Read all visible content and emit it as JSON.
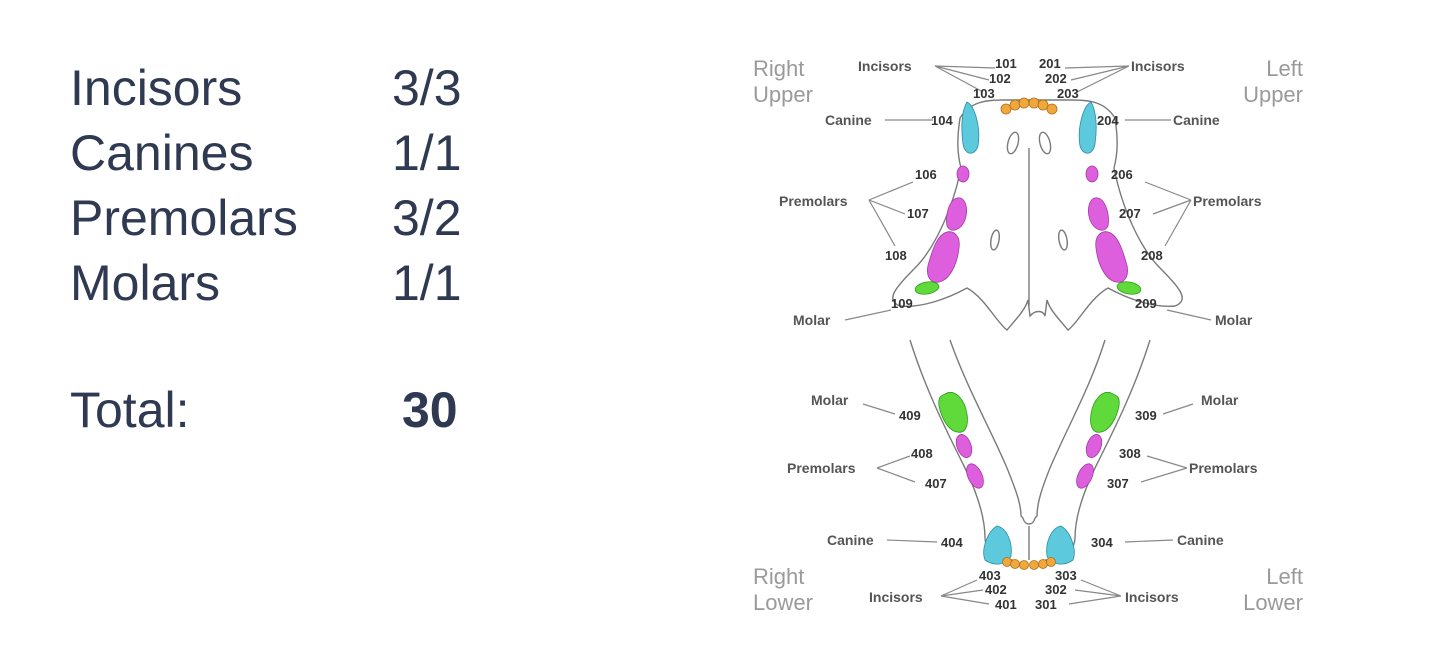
{
  "formula": {
    "rows": [
      {
        "name": "Incisors",
        "value": "3/3"
      },
      {
        "name": "Canines",
        "value": "1/1"
      },
      {
        "name": "Premolars",
        "value": "3/2"
      },
      {
        "name": "Molars",
        "value": "1/1"
      }
    ],
    "total_label": "Total:",
    "total_value": "30"
  },
  "diagram": {
    "quadrants": {
      "right_upper": [
        "Right",
        "Upper"
      ],
      "left_upper": [
        "Left",
        "Upper"
      ],
      "right_lower": [
        "Right",
        "Lower"
      ],
      "left_lower": [
        "Left",
        "Lower"
      ]
    },
    "labels": {
      "incisors": "Incisors",
      "canine": "Canine",
      "premolars": "Premolars",
      "molar": "Molar"
    },
    "tooth_numbers": {
      "t101": "101",
      "t102": "102",
      "t103": "103",
      "t104": "104",
      "t106": "106",
      "t107": "107",
      "t108": "108",
      "t109": "109",
      "t201": "201",
      "t202": "202",
      "t203": "203",
      "t204": "204",
      "t206": "206",
      "t207": "207",
      "t208": "208",
      "t209": "209",
      "t301": "301",
      "t302": "302",
      "t303": "303",
      "t304": "304",
      "t307": "307",
      "t308": "308",
      "t309": "309",
      "t401": "401",
      "t402": "402",
      "t403": "403",
      "t404": "404",
      "t407": "407",
      "t408": "408",
      "t409": "409"
    },
    "colors": {
      "incisor": "#f0a73c",
      "canine": "#5cc9dc",
      "premolar": "#de5fde",
      "molar": "#5fda3a",
      "outline": "#7a7a7a"
    }
  }
}
